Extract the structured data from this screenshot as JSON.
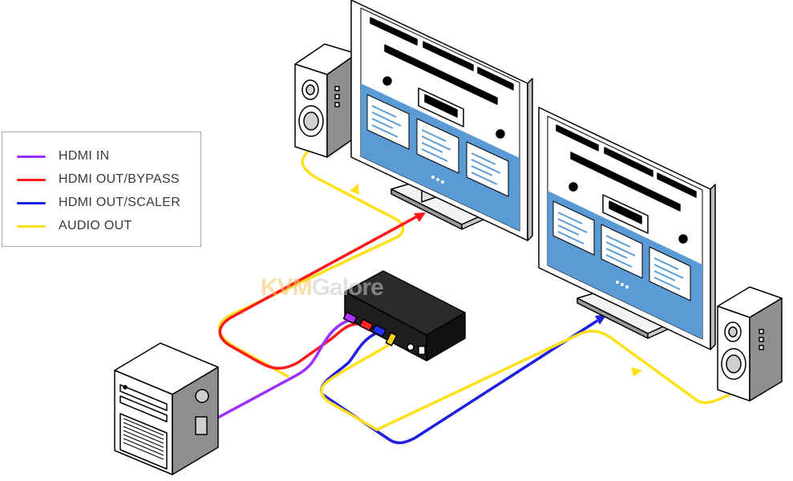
{
  "legend": {
    "items": [
      {
        "label": "HDMI IN",
        "color": "#9b30ff"
      },
      {
        "label": "HDMI OUT/BYPASS",
        "color": "#ff1a1a"
      },
      {
        "label": "HDMI OUT/SCALER",
        "color": "#1f1fe6"
      },
      {
        "label": "AUDIO OUT",
        "color": "#ffe01a"
      }
    ]
  },
  "watermark": {
    "part1": "KVM",
    "part2": "Galore"
  },
  "colors": {
    "screen_blue": "#5b9bd5",
    "device_dark": "#1e1e1e",
    "outline": "#000000"
  },
  "icons": [
    "speaker-left-icon",
    "speaker-right-icon",
    "monitor-left-icon",
    "monitor-right-icon",
    "pc-tower-icon",
    "hdmi-splitter-box-icon"
  ]
}
